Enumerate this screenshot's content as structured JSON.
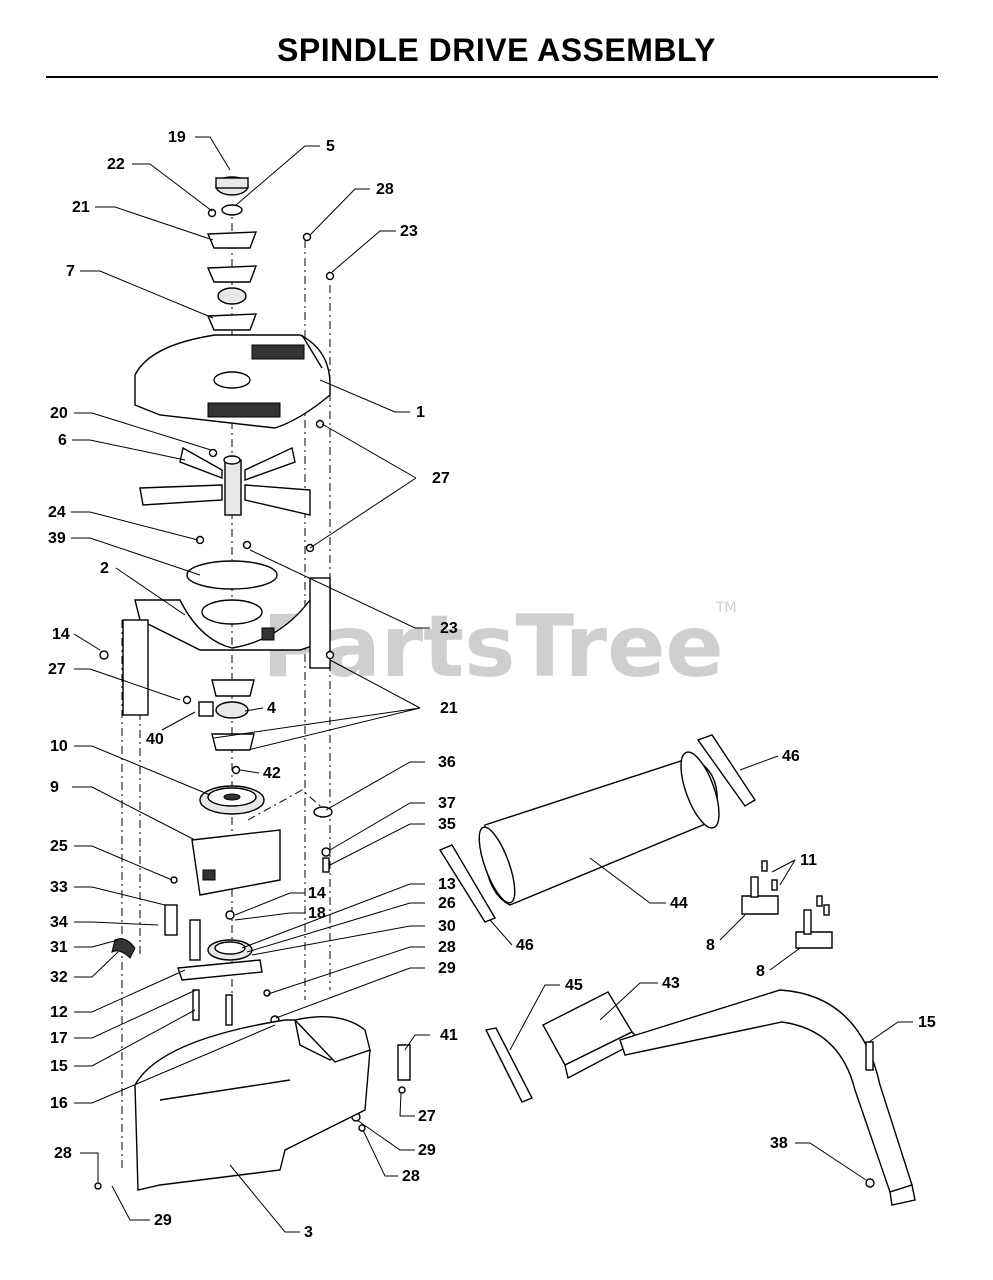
{
  "title": "SPINDLE DRIVE ASSEMBLY",
  "watermark": {
    "text": "PartsTree",
    "tm": "TM"
  },
  "callouts": {
    "c19": "19",
    "c5": "5",
    "c22": "22",
    "c28a": "28",
    "c21a": "21",
    "c23a": "23",
    "c7": "7",
    "c1": "1",
    "c20": "20",
    "c6": "6",
    "c27a": "27",
    "c24": "24",
    "c39": "39",
    "c2": "2",
    "c23b": "23",
    "c14a": "14",
    "c27b": "27",
    "c4": "4",
    "c21b": "21",
    "c40": "40",
    "c42": "42",
    "c10": "10",
    "c36": "36",
    "c9": "9",
    "c37": "37",
    "c35": "35",
    "c25": "25",
    "c13": "13",
    "c33": "33",
    "c14b": "14",
    "c26": "26",
    "c18": "18",
    "c34": "34",
    "c30": "30",
    "c31": "31",
    "c28b": "28",
    "c32": "32",
    "c29a": "29",
    "c12": "12",
    "c17": "17",
    "c15a": "15",
    "c41": "41",
    "c16": "16",
    "c27c": "27",
    "c28c": "28",
    "c29b": "29",
    "c28d": "28",
    "c29c": "29",
    "c3": "3",
    "c46a": "46",
    "c11": "11",
    "c44": "44",
    "c46b": "46",
    "c8a": "8",
    "c8b": "8",
    "c45": "45",
    "c43": "43",
    "c15b": "15",
    "c38": "38"
  }
}
